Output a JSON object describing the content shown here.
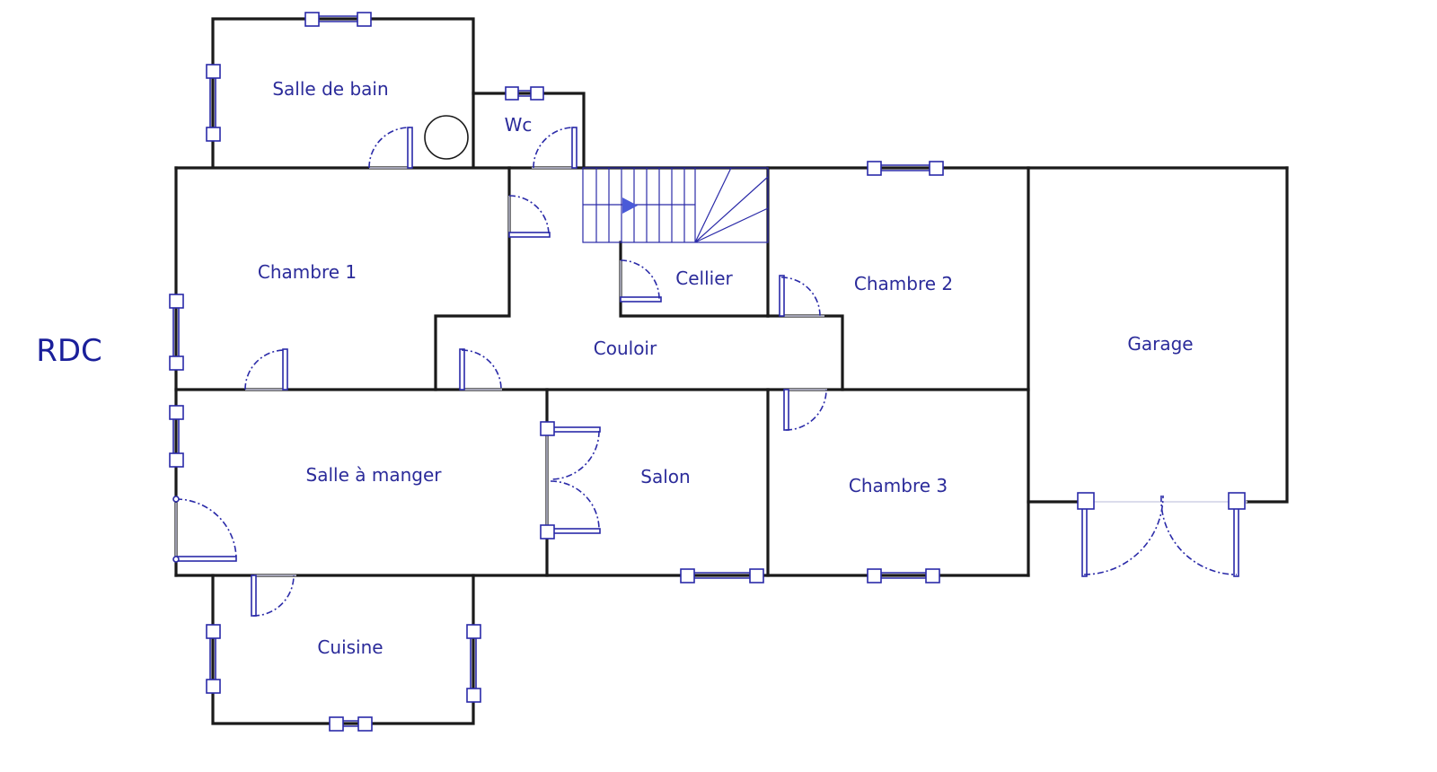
{
  "level": "RDC",
  "rooms": {
    "salle_de_bain": "Salle de bain",
    "wc": "Wc",
    "chambre_1": "Chambre 1",
    "cellier": "Cellier",
    "chambre_2": "Chambre 2",
    "garage": "Garage",
    "couloir": "Couloir",
    "salle_a_manger": "Salle à manger",
    "salon": "Salon",
    "chambre_3": "Chambre 3",
    "cuisine": "Cuisine"
  },
  "colors": {
    "wall": "#1a1a1a",
    "annotation": "#2a2aa8",
    "label": "#2b2b9a"
  }
}
